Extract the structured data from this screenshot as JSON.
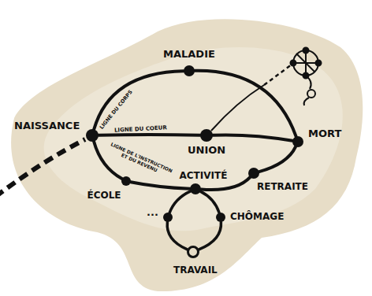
{
  "diagram": {
    "nodes": [
      {
        "text": [
          "MALADIE"
        ]
      },
      {
        "text": [
          "NAISSANCE"
        ]
      },
      {
        "text": [
          "UNION"
        ]
      },
      {
        "text": [
          "MORT"
        ]
      },
      {
        "text": [
          "ÉCOLE"
        ]
      },
      {
        "text": [
          "ACTIVITÉ"
        ]
      },
      {
        "text": [
          "RETRAITE"
        ]
      },
      {
        "text": [
          "..."
        ]
      },
      {
        "text": [
          "CHÔMAGE"
        ]
      },
      {
        "text": [
          "TRAVAIL"
        ]
      }
    ],
    "edges": [
      {
        "from": 1,
        "to": 0,
        "arrow": "none",
        "label": "LIGNE DU CORPS"
      },
      {
        "from": 0,
        "to": 3,
        "arrow": "none"
      },
      {
        "from": 1,
        "to": 2,
        "arrow": "none",
        "label": "LIGNE DU COEUR"
      },
      {
        "from": 2,
        "to": 3,
        "arrow": "none"
      },
      {
        "from": 1,
        "to": 4,
        "arrow": "none",
        "label": "LIGNE DE L'INSTRUCTION ET DU REVENU"
      },
      {
        "from": 4,
        "to": 5,
        "arrow": "none"
      },
      {
        "from": 5,
        "to": 6,
        "arrow": "none"
      },
      {
        "from": 6,
        "to": 3,
        "arrow": "none"
      },
      {
        "from": 5,
        "to": 7,
        "arrow": "none"
      },
      {
        "from": 5,
        "to": 8,
        "arrow": "none"
      },
      {
        "from": 7,
        "to": 9,
        "arrow": "none"
      },
      {
        "from": 8,
        "to": 9,
        "arrow": "none"
      }
    ]
  }
}
